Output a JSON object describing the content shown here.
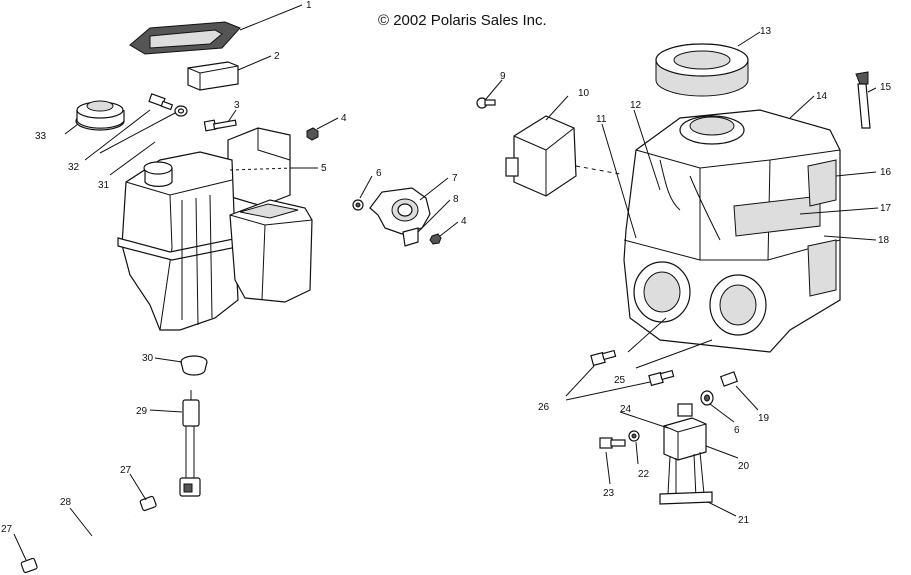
{
  "copyright": "© 2002 Polaris Sales Inc.",
  "callouts": [
    "1",
    "2",
    "3",
    "4",
    "5",
    "6",
    "7",
    "8",
    "4",
    "9",
    "10",
    "11",
    "12",
    "13",
    "14",
    "15",
    "16",
    "17",
    "18",
    "19",
    "6",
    "20",
    "21",
    "22",
    "23",
    "24",
    "25",
    "26",
    "27",
    "28",
    "27",
    "29",
    "30",
    "31",
    "32",
    "33"
  ]
}
